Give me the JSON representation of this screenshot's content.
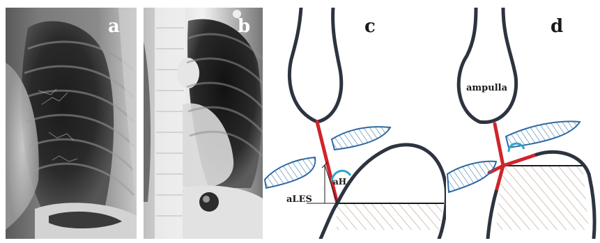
{
  "panels": {
    "a": {
      "label": "a"
    },
    "b": {
      "label": "b"
    },
    "c": {
      "label": "c",
      "annotations": {
        "angle": "aH",
        "les": "aLES"
      }
    },
    "d": {
      "label": "d",
      "annotations": {
        "ampulla": "ampulla"
      }
    }
  },
  "colors": {
    "outline": "#2d3440",
    "esophagus_segment": "#d0242b",
    "angle_arc": "#2fa6c8",
    "crus_stripes": "#2f6aa3",
    "hatch": "#b59a8c",
    "xray_dark": "#1a1a1a",
    "xray_light": "#d9d9d9"
  }
}
